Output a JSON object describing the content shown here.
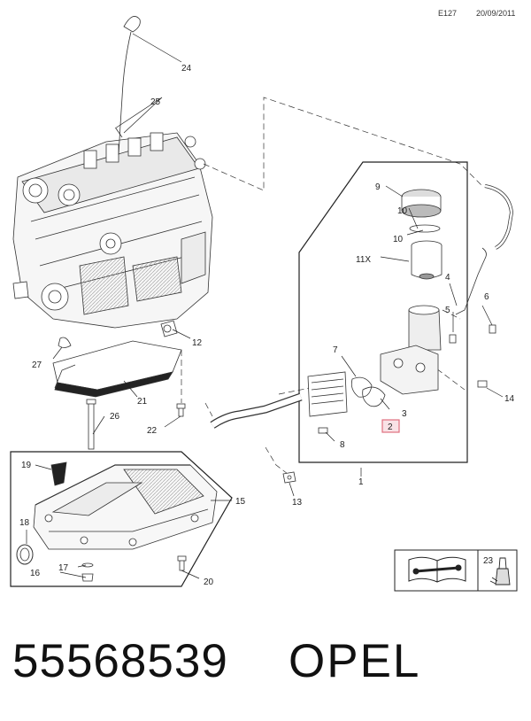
{
  "header": {
    "code": "E127",
    "date": "20/09/2011"
  },
  "footer": {
    "part_number": "55568539",
    "brand": "OPEL"
  },
  "callouts": {
    "c1": "1",
    "c2": "2",
    "c3": "3",
    "c4": "4",
    "c5": "5",
    "c6": "6",
    "c7": "7",
    "c8": "8",
    "c9": "9",
    "c10a": "10",
    "c10b": "10",
    "c11x": "11X",
    "c12": "12",
    "c13": "13",
    "c14": "14",
    "c15": "15",
    "c16": "16",
    "c17": "17",
    "c18": "18",
    "c19": "19",
    "c20": "20",
    "c21": "21",
    "c22": "22",
    "c23": "23",
    "c24": "24",
    "c25": "25",
    "c26": "26",
    "c27": "27"
  },
  "colors": {
    "highlight": "#e0707f",
    "line": "#222222"
  },
  "icons": [
    "engine-block-illustration",
    "oil-filter-housing-illustration",
    "oil-pan-illustration",
    "workshop-manual-icon",
    "sealant-tube-icon"
  ]
}
